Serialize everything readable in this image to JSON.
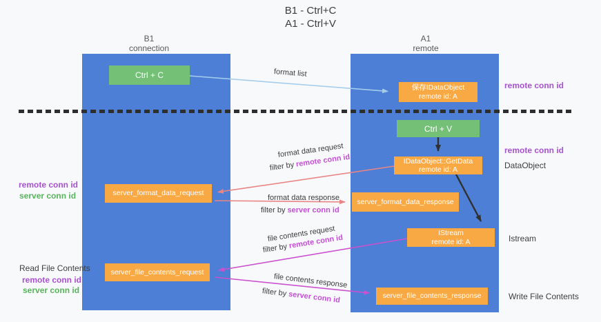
{
  "title": {
    "line1": "B1 - Ctrl+C",
    "line2": "A1 - Ctrl+V"
  },
  "columns": {
    "left": {
      "name": "B1",
      "role": "connection"
    },
    "right": {
      "name": "A1",
      "role": "remote"
    }
  },
  "nodes": {
    "ctrl_c": {
      "label": "Ctrl + C"
    },
    "ctrl_v": {
      "label": "Ctrl + V"
    },
    "save_idataobject": {
      "line1": "保存IDataObject",
      "line2": "remote id: A"
    },
    "idataobject_getdata": {
      "line1": "IDataObject::GetData",
      "line2": "remote id: A"
    },
    "istream": {
      "line1": "IStream",
      "line2": "remote id: A"
    },
    "server_format_data_request": {
      "label": "server_format_data_request"
    },
    "server_format_data_response": {
      "label": "server_format_data_response"
    },
    "server_file_contents_request": {
      "label": "server_file_contents_request"
    },
    "server_file_contents_response": {
      "label": "server_file_contents_response"
    }
  },
  "arrow_labels": {
    "format_list": "format list",
    "format_data_request": "format data request",
    "format_data_response": "format data response",
    "file_contents_request": "file contents request",
    "file_contents_response": "file contents response",
    "filter_by": "filter by",
    "remote_conn_id": "remote conn id",
    "server_conn_id": "server conn id"
  },
  "side_labels": {
    "remote_conn_id": "remote conn id",
    "server_conn_id": "server conn id",
    "dataobject": "DataObject",
    "istream": "Istream",
    "read_file_contents": "Read File Contents",
    "write_file_contents": "Write File Contents"
  },
  "colors": {
    "column_blue": "#4c7fd5",
    "box_orange": "#f8a943",
    "box_green": "#74c077",
    "arrow_salmon": "#e98585",
    "arrow_magenta": "#cb51cf",
    "arrow_lightblue": "#a5cdeb",
    "arrow_black": "#303030",
    "label_purple": "#a851cf",
    "label_magenta": "#c44fd4",
    "label_green": "#57b45b"
  }
}
